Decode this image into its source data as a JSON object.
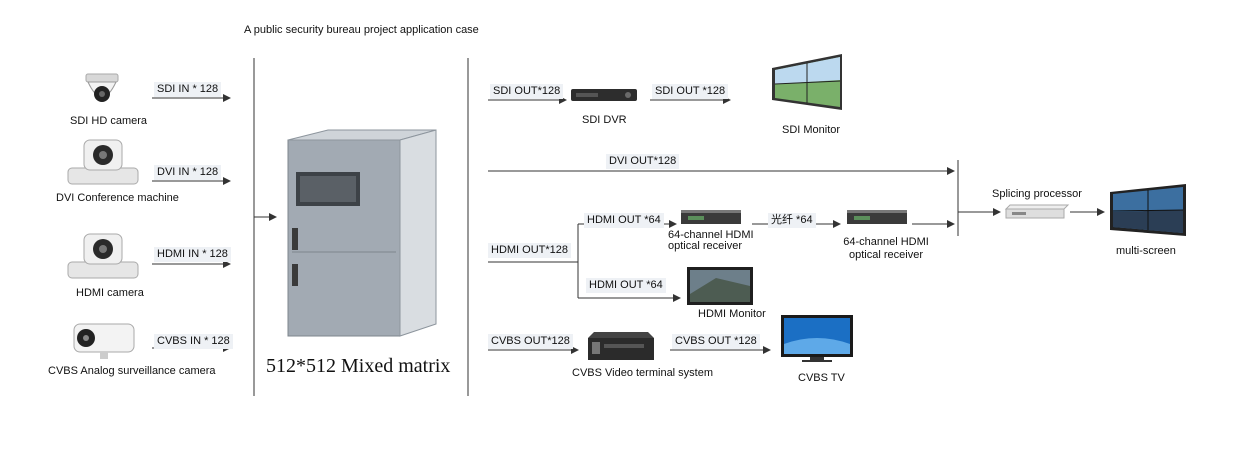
{
  "title": "A public security bureau project application case",
  "matrix": {
    "label": "512*512 Mixed matrix"
  },
  "inputs": [
    {
      "device": "SDI HD camera",
      "link": "SDI IN * 128"
    },
    {
      "device": "DVI Conference machine",
      "link": "DVI IN * 128"
    },
    {
      "device": "HDMI camera",
      "link": "HDMI IN * 128"
    },
    {
      "device": "CVBS Analog surveillance camera",
      "link": "CVBS IN * 128"
    }
  ],
  "outputs": {
    "sdi": {
      "out": "SDI OUT*128",
      "dvr": "SDI DVR",
      "link": "SDI OUT *128",
      "monitor": "SDI Monitor"
    },
    "dvi": {
      "out": "DVI OUT*128"
    },
    "hdmi": {
      "out": "HDMI OUT*128",
      "branch1": "HDMI OUT *64",
      "receiver1": "64-channel HDMI optical receiver",
      "fiber": "光纤 *64",
      "receiver2": "64-channel HDMI optical receiver",
      "branch2": "HDMI OUT *64",
      "monitor": "HDMI Monitor"
    },
    "cvbs": {
      "out": "CVBS OUT*128",
      "terminal": "CVBS Video terminal system",
      "link": "CVBS OUT *128",
      "tv": "CVBS TV"
    }
  },
  "splicing": {
    "label": "Splicing processor",
    "screen": "multi-screen"
  },
  "colors": {
    "line": "#333333",
    "label_bg": "#eef1f5",
    "cabinet": "#9aa3ad"
  }
}
